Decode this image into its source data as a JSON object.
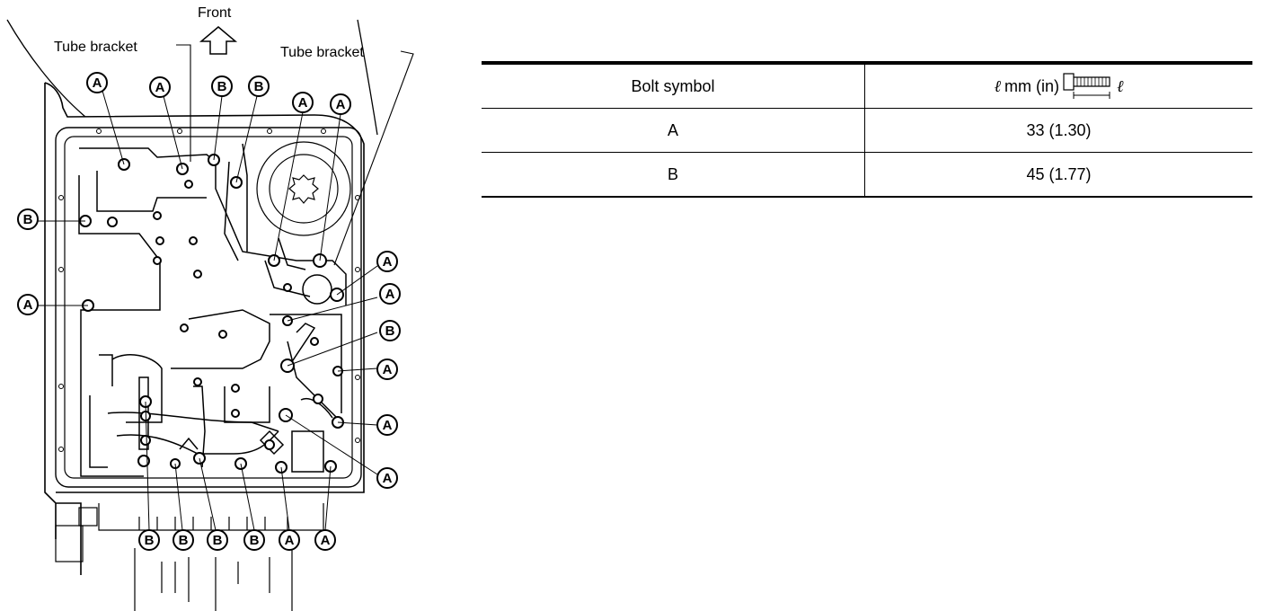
{
  "diagram": {
    "front_label": "Front",
    "tube_bracket_left": "Tube bracket",
    "tube_bracket_right": "Tube bracket",
    "callouts": {
      "a1": "A",
      "a2": "A",
      "b1": "B",
      "b2": "B",
      "a3": "A",
      "a4": "A",
      "b3": "B",
      "a5": "A",
      "a6": "A",
      "a7": "A",
      "b4": "B",
      "a8": "A",
      "a9": "A",
      "a10": "A",
      "b5": "B",
      "b6": "B",
      "b7": "B",
      "b8": "B",
      "a11": "A",
      "a12": "A"
    }
  },
  "table": {
    "header_symbol": "Bolt symbol",
    "header_length_symbol": "ℓ",
    "header_length": "mm (in)",
    "icon_length_symbol": "ℓ",
    "rows": [
      {
        "symbol": "A",
        "length": "33 (1.30)"
      },
      {
        "symbol": "B",
        "length": "45 (1.77)"
      }
    ]
  }
}
